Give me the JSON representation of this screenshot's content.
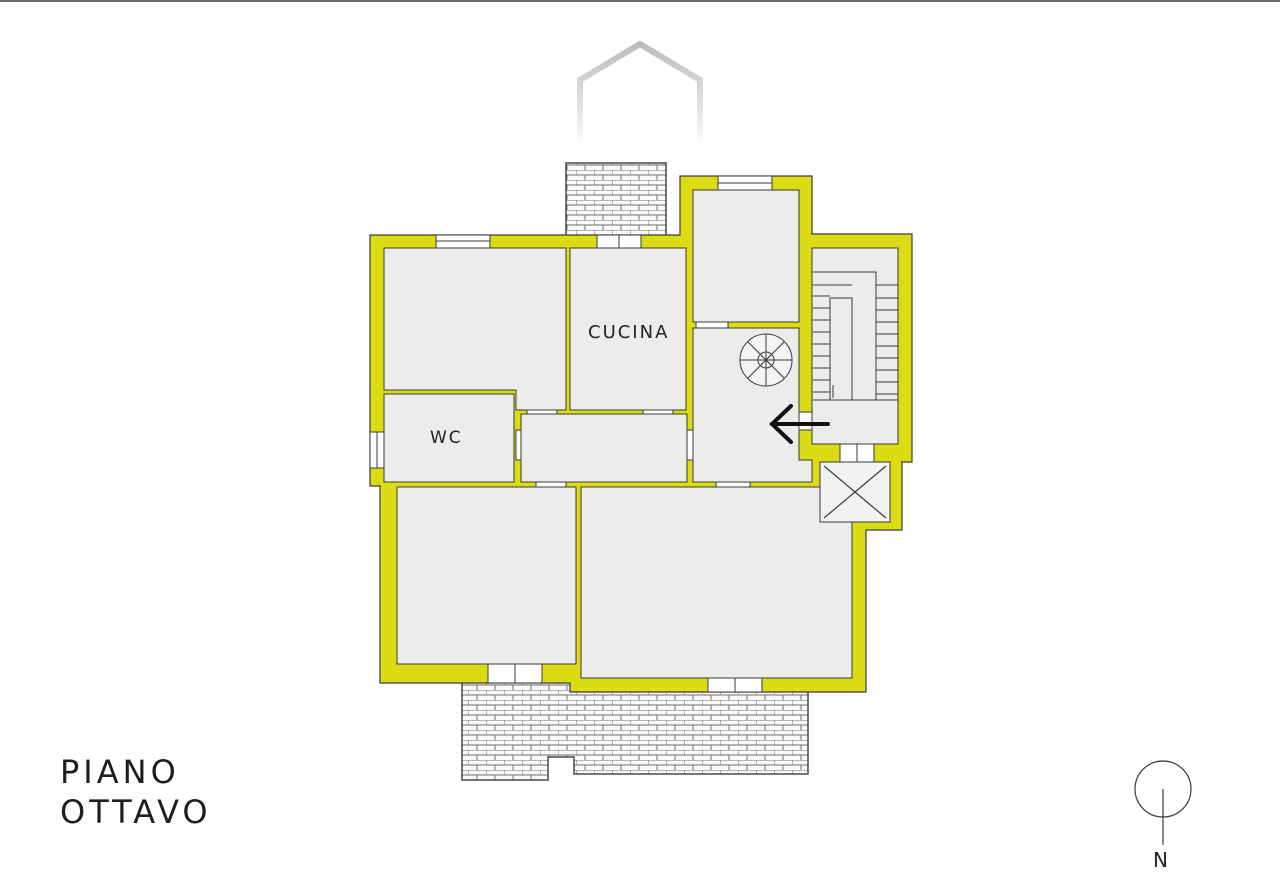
{
  "floor": {
    "title_line1": "PIANO",
    "title_line2": "OTTAVO"
  },
  "rooms": {
    "kitchen": "CUCINA",
    "wc": "WC"
  },
  "compass": {
    "north": "N"
  },
  "colors": {
    "wall": "#dcdc14",
    "room_fill": "#ececea",
    "outline": "#3a3a3a",
    "terrace_line": "#6e6e6e"
  }
}
